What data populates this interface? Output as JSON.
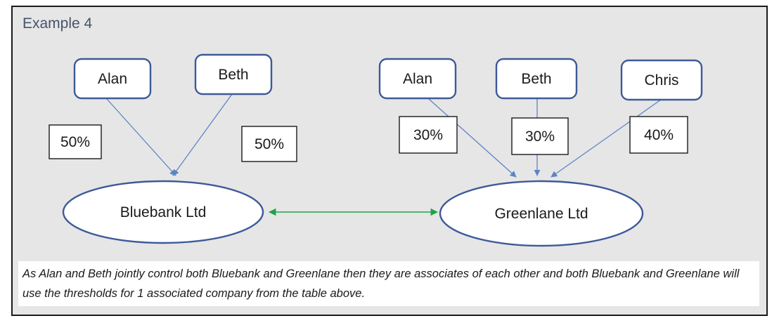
{
  "title": "Example 4",
  "left_group": {
    "people": [
      "Alan",
      "Beth"
    ],
    "shares": [
      "50%",
      "50%"
    ],
    "company": "Bluebank Ltd"
  },
  "right_group": {
    "people": [
      "Alan",
      "Beth",
      "Chris"
    ],
    "shares": [
      "30%",
      "30%",
      "40%"
    ],
    "company": "Greenlane Ltd"
  },
  "caption": "As Alan and Beth jointly control both Bluebank and Greenlane then they are associates of each other and both Bluebank and Greenlane will use the thresholds for 1 associated company from the table above.",
  "colors": {
    "node_border": "#3d5a98",
    "arrow_blue": "#5b84c4",
    "link_green": "#1fa34a",
    "frame_bg": "#e6e6e6"
  }
}
